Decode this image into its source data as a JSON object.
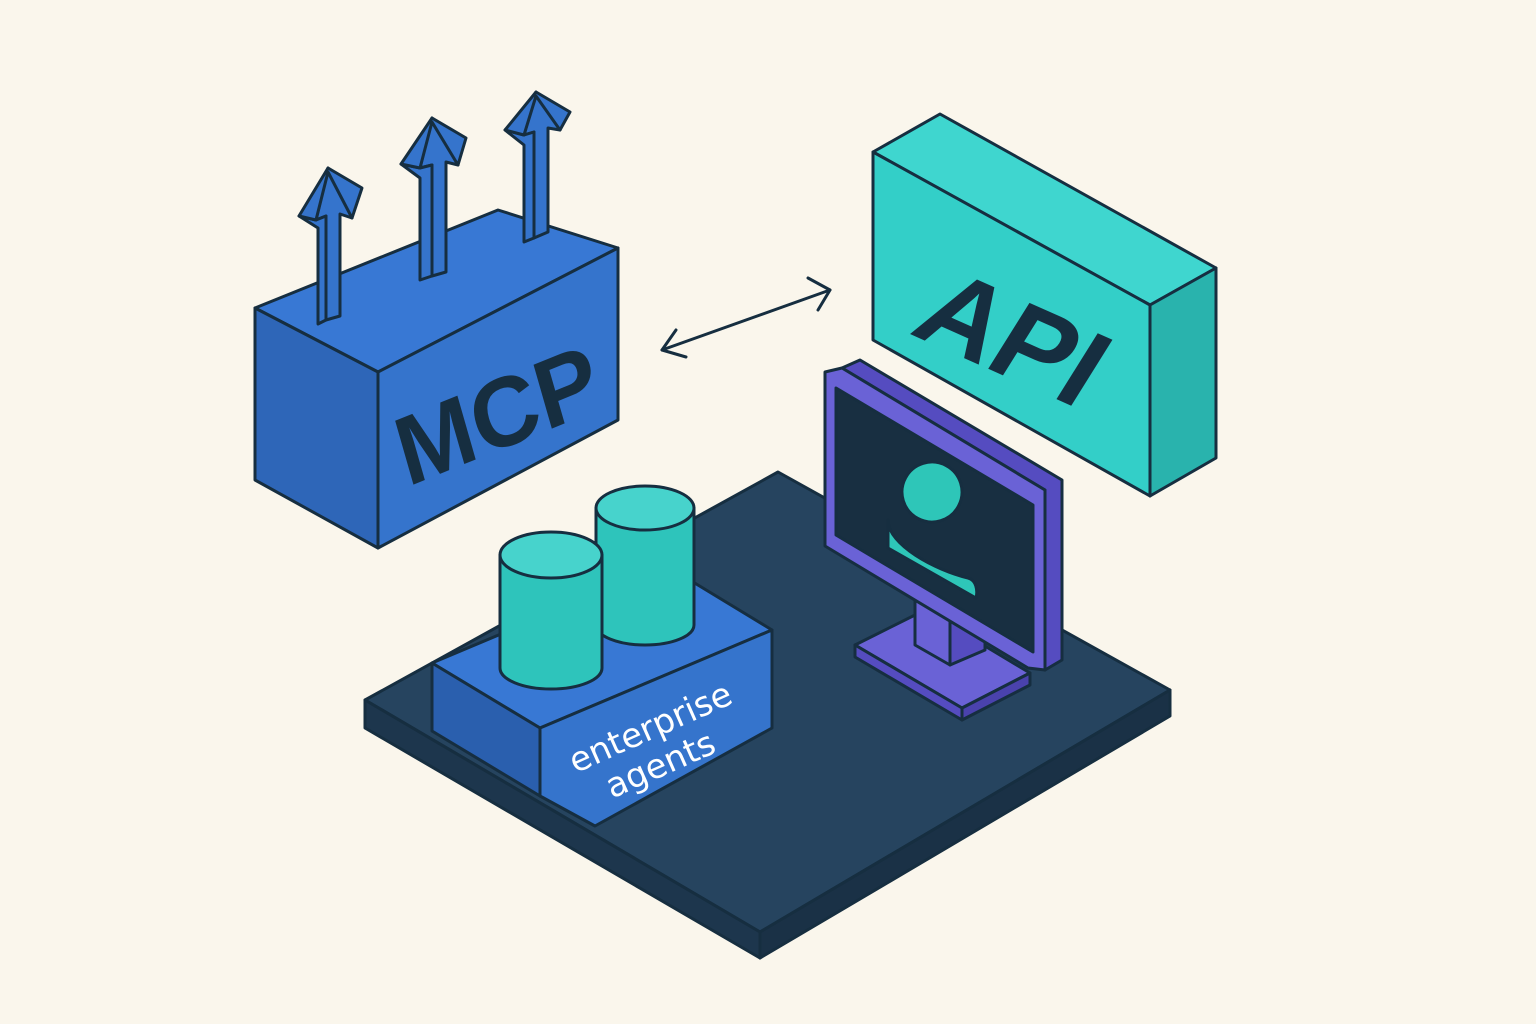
{
  "labels": {
    "mcp": "MCP",
    "api": "API",
    "enterprise_line1": "enterprise",
    "enterprise_line2": "agents"
  },
  "colors": {
    "background": "#faf6ec",
    "outline": "#162e40",
    "mcp_front": "#3574cc",
    "mcp_top": "#3878d4",
    "mcp_side": "#2e66b8",
    "api_front": "#33cfc8",
    "api_top": "#3fd6cf",
    "api_side": "#29b3ad",
    "platform_top": "#26445f",
    "platform_side": "#1d364d",
    "monitor_frame": "#6a62d6",
    "monitor_frame_dark": "#554cc0",
    "screen": "#182f41",
    "avatar": "#2ec6b8",
    "cylinder": "#2ec4bb",
    "cylinder_top": "#47d3cc"
  },
  "icons": [
    "up-arrow-icon",
    "double-arrow-icon",
    "user-avatar-icon",
    "database-cylinder-icon",
    "monitor-icon"
  ]
}
